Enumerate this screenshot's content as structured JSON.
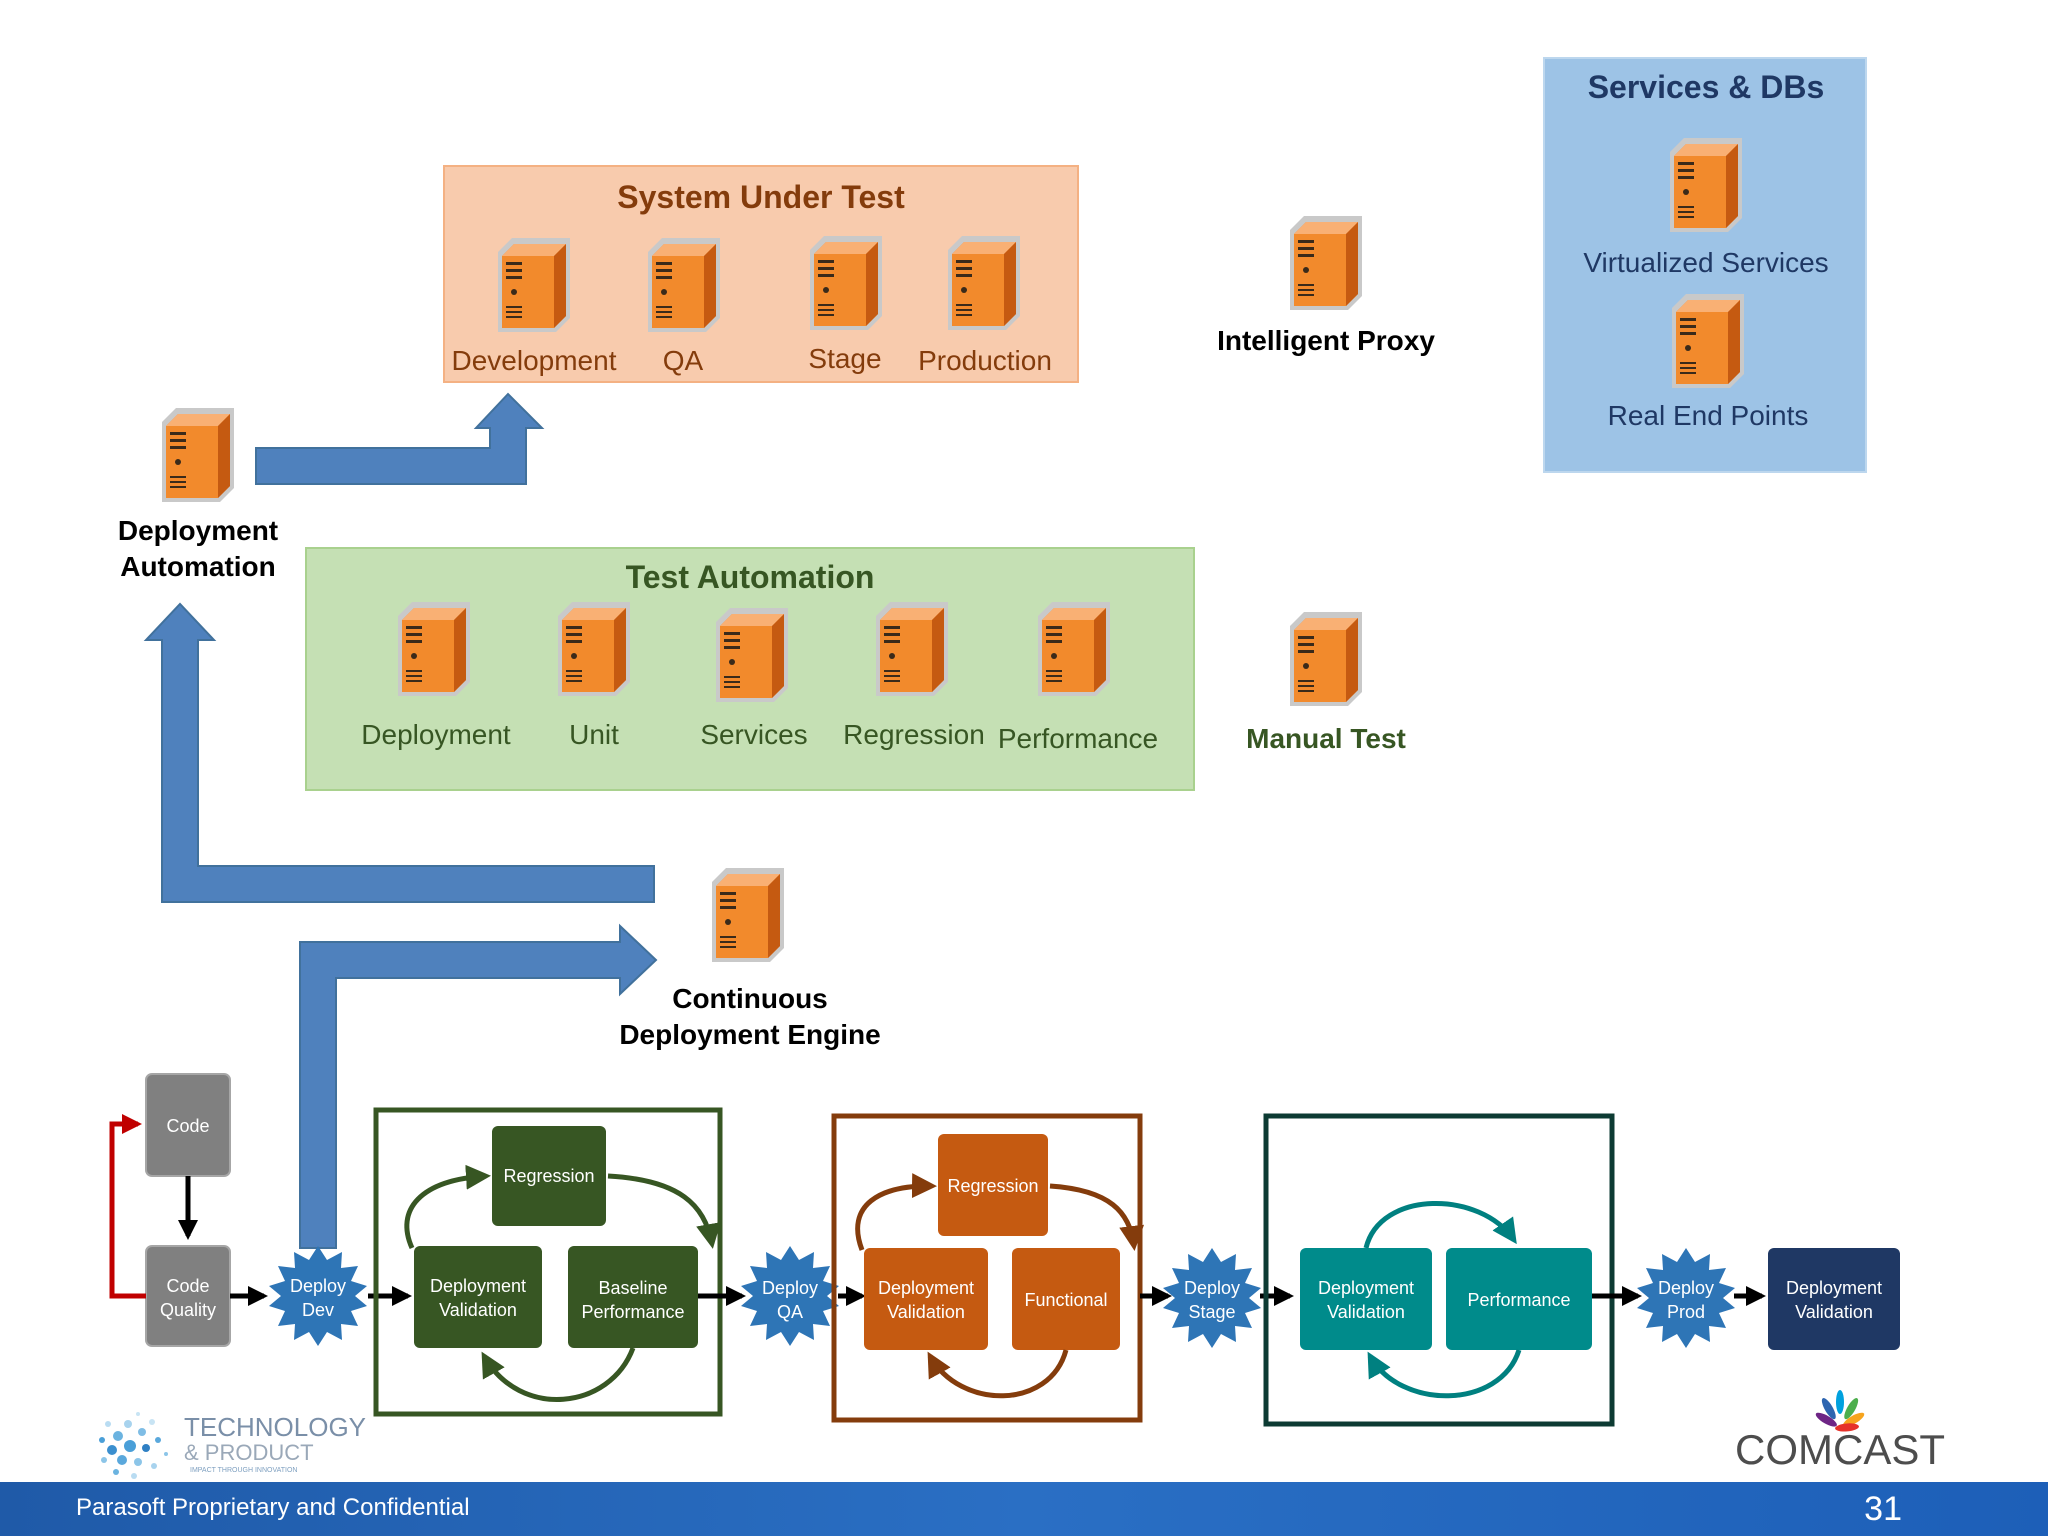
{
  "colors": {
    "sut_fill": "#f8c8a8",
    "sut_title": "#843c0c",
    "sut_label": "#843c0c",
    "test_fill": "#c5e0b4",
    "test_title": "#375623",
    "test_label": "#375623",
    "svc_fill": "#9dc3e6",
    "svc_title": "#1f3864",
    "svc_label": "#1f3864",
    "flow_arrow": "#4f81bd",
    "server_orange": "#e36c09",
    "green_stage": "#375623",
    "orange_stage": "#c55a11",
    "teal_stage": "#008080",
    "navy_stage": "#1f3864",
    "code_gray": "#808080",
    "burst_blue": "#2e75b6",
    "loop_red": "#c00000"
  },
  "system_under_test": {
    "title": "System Under Test",
    "servers": [
      "Development",
      "QA",
      "Stage",
      "Production"
    ]
  },
  "test_automation": {
    "title": "Test Automation",
    "servers": [
      "Deployment",
      "Unit",
      "Services",
      "Regression",
      "Performance"
    ]
  },
  "services_dbs": {
    "title": "Services & DBs",
    "servers": [
      "Virtualized Services",
      "Real End Points"
    ]
  },
  "standalone": {
    "intelligent_proxy": "Intelligent Proxy",
    "manual_test": "Manual Test",
    "deployment_automation": [
      "Deployment",
      "Automation"
    ],
    "cd_engine": [
      "Continuous",
      "Deployment Engine"
    ]
  },
  "pipeline": {
    "code": "Code",
    "code_quality": [
      "Code",
      "Quality"
    ],
    "deploy_dev": [
      "Deploy",
      "Dev"
    ],
    "deploy_qa": [
      "Deploy",
      "QA"
    ],
    "deploy_stage": [
      "Deploy",
      "Stage"
    ],
    "deploy_prod": [
      "Deploy",
      "Prod"
    ],
    "dev_stage": {
      "regression": "Regression",
      "deployment_validation": [
        "Deployment",
        "Validation"
      ],
      "baseline_performance": [
        "Baseline",
        "Performance"
      ]
    },
    "qa_stage": {
      "regression": "Regression",
      "deployment_validation": [
        "Deployment",
        "Validation"
      ],
      "functional": "Functional"
    },
    "stage_stage": {
      "deployment_validation": [
        "Deployment",
        "Validation"
      ],
      "performance": "Performance"
    },
    "final_validation": [
      "Deployment",
      "Validation"
    ]
  },
  "logos": {
    "tech_product": [
      "TECHNOLOGY",
      "& PRODUCT",
      "IMPACT THROUGH INNOVATION"
    ],
    "comcast": "COMCAST"
  },
  "footer": {
    "text": "Parasoft Proprietary and Confidential",
    "page": "31"
  }
}
